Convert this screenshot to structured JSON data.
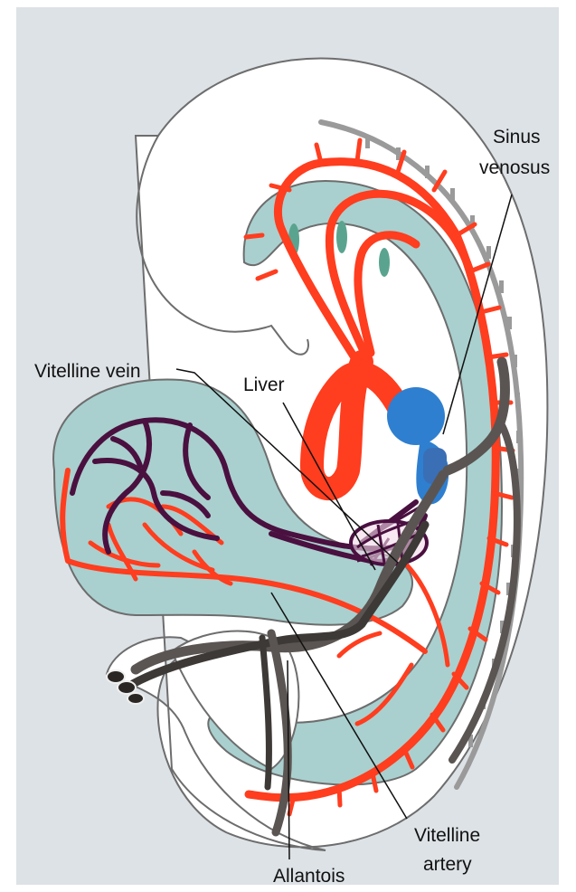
{
  "labels": {
    "sinus_venosus_line1": "Sinus",
    "sinus_venosus_line2": "venosus",
    "vitelline_vein": "Vitelline vein",
    "liver": "Liver",
    "vitelline_artery_line1": "Vitelline",
    "vitelline_artery_line2": "artery",
    "allantois": "Allantois"
  },
  "colors": {
    "background": "#dde2e6",
    "embryo_body": "#ffffff",
    "endoderm": "#a9d0ce",
    "artery": "#ff3d1f",
    "vein_network": "#4a1040",
    "heart": "#2f7fd0",
    "umbilical": "#5a5552",
    "leader_line": "#111111"
  }
}
